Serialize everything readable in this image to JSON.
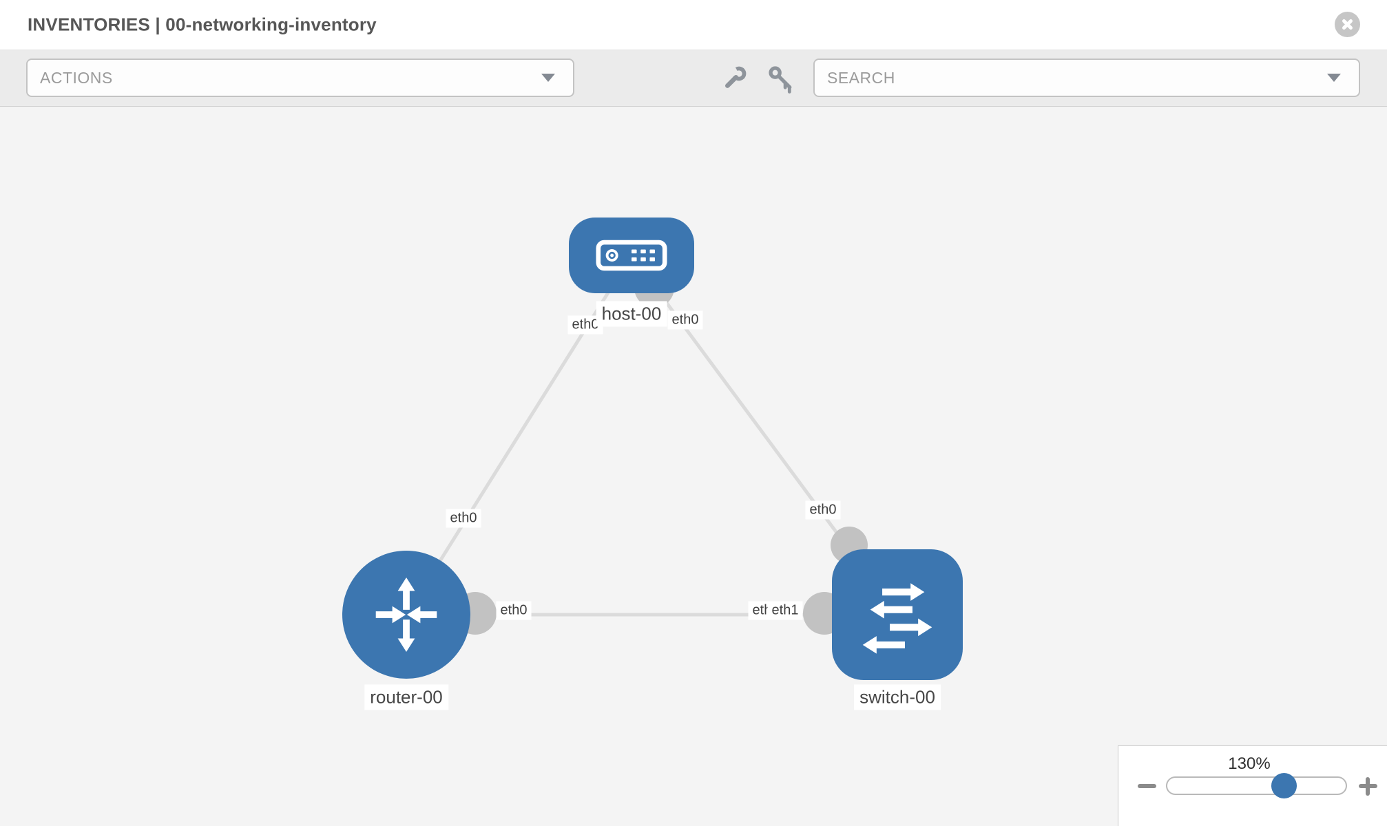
{
  "header": {
    "title": "INVENTORIES | 00-networking-inventory"
  },
  "toolbar": {
    "actions": {
      "placeholder": "ACTIONS"
    },
    "search": {
      "placeholder": "SEARCH"
    },
    "icons": [
      "wrench-icon",
      "key-icon"
    ]
  },
  "topology": {
    "nodes": [
      {
        "label": "host-00",
        "type": "host"
      },
      {
        "label": "router-00",
        "type": "router"
      },
      {
        "label": "switch-00",
        "type": "switch"
      }
    ],
    "links": [
      {
        "from": "host-00",
        "to": "router-00",
        "from_iface": "eth0",
        "to_iface": "eth0"
      },
      {
        "from": "host-00",
        "to": "switch-00",
        "from_iface": "eth0",
        "to_iface": "eth0"
      },
      {
        "from": "router-00",
        "to": "switch-00",
        "from_iface": "eth0",
        "to_iface": "eth1"
      }
    ],
    "iface_labels": [
      {
        "text": "eth0"
      },
      {
        "text": "eth0"
      },
      {
        "text": "eth0"
      },
      {
        "text": "eth0"
      },
      {
        "text": "eth0"
      },
      {
        "text": "eth0"
      },
      {
        "text": "eth1"
      }
    ]
  },
  "zoom_control": {
    "level": "130%"
  },
  "colors": {
    "node_blue": "#3c76b0",
    "link_gray": "#dbdbdb",
    "iface_gray": "#c2c2c2",
    "toolbar_gray": "#ebebeb",
    "canvas_gray": "#f4f4f4"
  }
}
